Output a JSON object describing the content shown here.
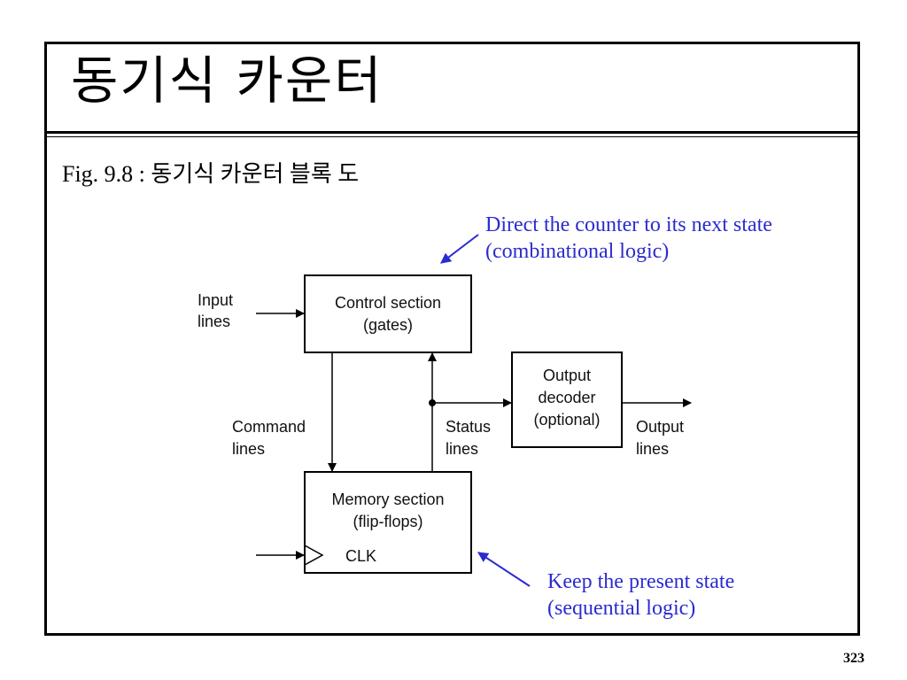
{
  "title": "동기식 카운터",
  "caption": "Fig. 9.8 : 동기식 카운터 블록 도",
  "notes": {
    "top": "Direct the counter to its next state\n(combinational logic)",
    "bottom": "Keep the present state\n(sequential logic)"
  },
  "diagram": {
    "control_section": [
      "Control section",
      "(gates)"
    ],
    "memory_section": [
      "Memory section",
      "(flip-flops)"
    ],
    "clk_label": "CLK",
    "output_decoder": [
      "Output",
      "decoder",
      "(optional)"
    ],
    "input_lines": [
      "Input",
      "lines"
    ],
    "command_lines": [
      "Command",
      "lines"
    ],
    "status_lines": [
      "Status",
      "lines"
    ],
    "output_lines": [
      "Output",
      "lines"
    ]
  },
  "page_number": "323",
  "colors": {
    "annotation": "#2b2bd0",
    "ink": "#000000"
  }
}
